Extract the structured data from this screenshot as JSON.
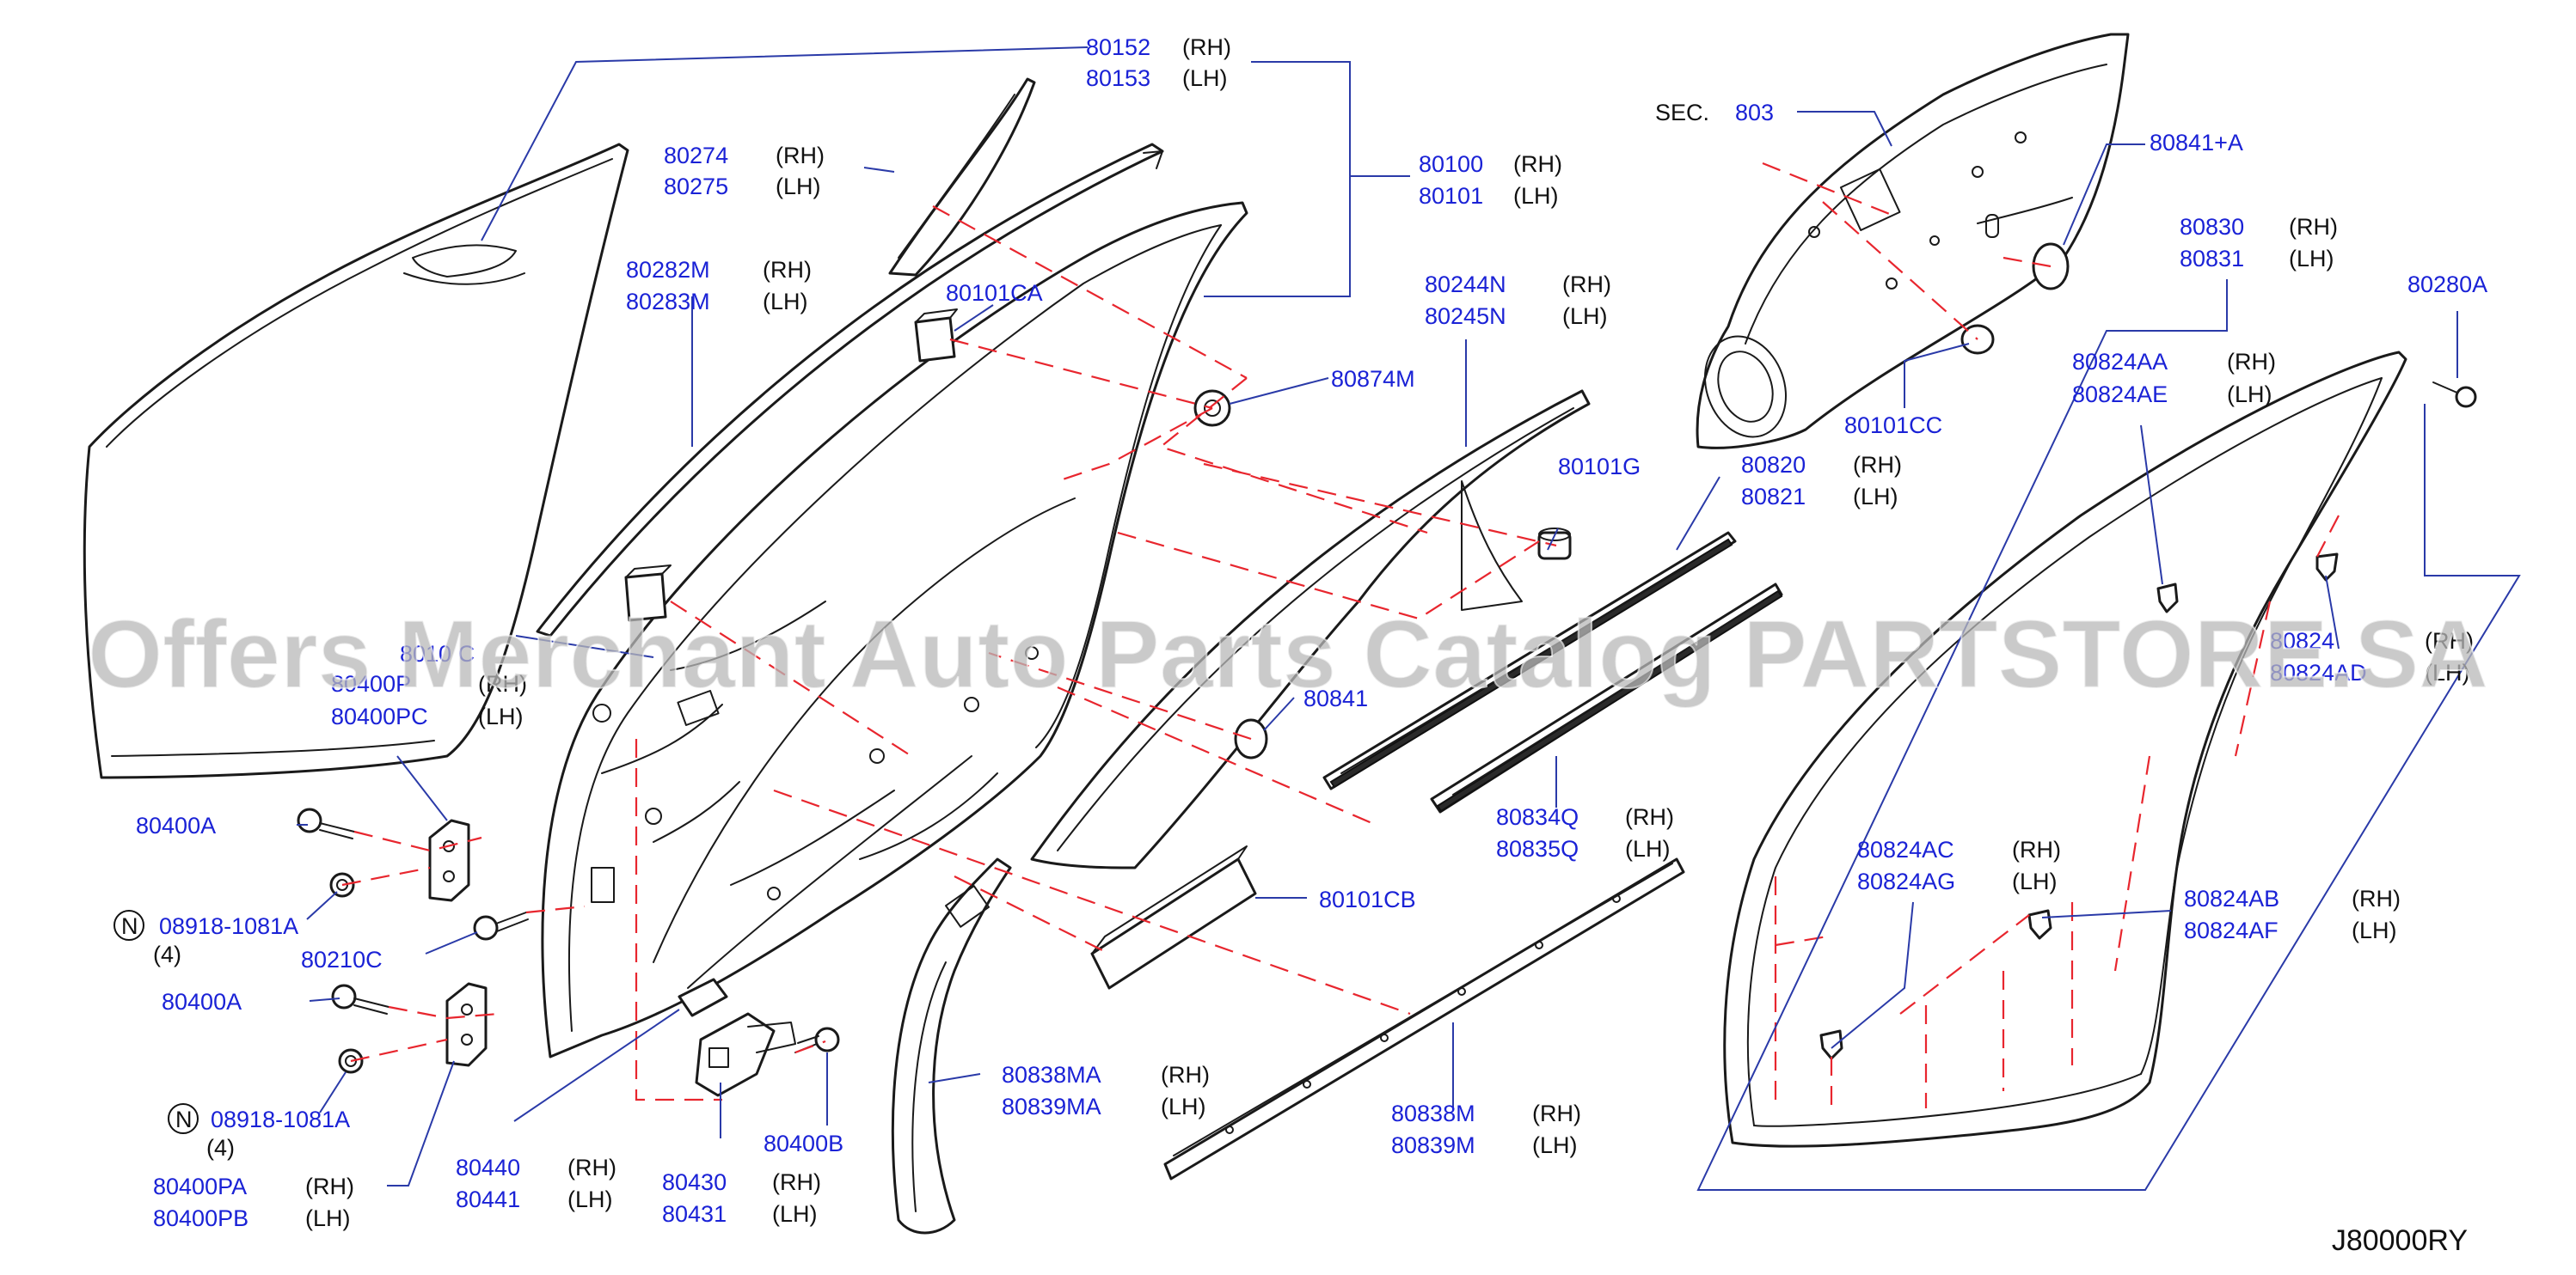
{
  "section_ref": {
    "prefix": "SEC.",
    "number": "803"
  },
  "diagram_code": "J80000RY",
  "watermark": "Offers Merchant Auto Parts Catalog PARTSTORE.SA",
  "callouts": {
    "c80152": {
      "rh": "80152",
      "lh": "80153",
      "rh_side": "(RH)",
      "lh_side": "(LH)"
    },
    "c80274": {
      "rh": "80274",
      "lh": "80275",
      "rh_side": "(RH)",
      "lh_side": "(LH)"
    },
    "c80282": {
      "rh": "80282M",
      "lh": "80283M",
      "rh_side": "(RH)",
      "lh_side": "(LH)"
    },
    "c80101CA": {
      "pn": "80101CA"
    },
    "c80100": {
      "rh": "80100",
      "lh": "80101",
      "rh_side": "(RH)",
      "lh_side": "(LH)"
    },
    "c80244": {
      "rh": "80244N",
      "lh": "80245N",
      "rh_side": "(RH)",
      "lh_side": "(LH)"
    },
    "c80874M": {
      "pn": "80874M"
    },
    "c80101G": {
      "pn": "80101G"
    },
    "c80820": {
      "rh": "80820",
      "lh": "80821",
      "rh_side": "(RH)",
      "lh_side": "(LH)"
    },
    "c80841A": {
      "pn": "80841+A"
    },
    "c80101CC": {
      "pn": "80101CC"
    },
    "c80830": {
      "rh": "80830",
      "lh": "80831",
      "rh_side": "(RH)",
      "lh_side": "(LH)"
    },
    "c80280A": {
      "pn": "80280A"
    },
    "c80824AA": {
      "rh": "80824AA",
      "lh": "80824AE",
      "rh_side": "(RH)",
      "lh_side": "(LH)"
    },
    "c80824AD": {
      "rh": "80824",
      "lh": "80824AD",
      "rh_side": "(RH)",
      "lh_side": "(LH)"
    },
    "c8010C": {
      "pn": "8010 C"
    },
    "c80400P": {
      "rh": "80400P",
      "lh": "80400PC",
      "rh_side": "(RH)",
      "lh_side": "(LH)"
    },
    "c80841": {
      "pn": "80841"
    },
    "c80834Q": {
      "rh": "80834Q",
      "lh": "80835Q",
      "rh_side": "(RH)",
      "lh_side": "(LH)"
    },
    "c80400A_1": {
      "pn": "80400A"
    },
    "c08918_1": {
      "badge": "N",
      "pn": "08918-1081A",
      "qty": "(4)"
    },
    "c80210C": {
      "pn": "80210C"
    },
    "c80101CB": {
      "pn": "80101CB"
    },
    "c80824AC": {
      "rh": "80824AC",
      "lh": "80824AG",
      "rh_side": "(RH)",
      "lh_side": "(LH)"
    },
    "c80824AB": {
      "rh": "80824AB",
      "lh": "80824AF",
      "rh_side": "(RH)",
      "lh_side": "(LH)"
    },
    "c80400A_2": {
      "pn": "80400A"
    },
    "c08918_2": {
      "badge": "N",
      "pn": "08918-1081A",
      "qty": "(4)"
    },
    "c80838MA": {
      "rh": "80838MA",
      "lh": "80839MA",
      "rh_side": "(RH)",
      "lh_side": "(LH)"
    },
    "c80440": {
      "rh": "80440",
      "lh": "80441",
      "rh_side": "(RH)",
      "lh_side": "(LH)"
    },
    "c80430": {
      "rh": "80430",
      "lh": "80431",
      "rh_side": "(RH)",
      "lh_side": "(LH)"
    },
    "c80400B": {
      "pn": "80400B"
    },
    "c80838M": {
      "rh": "80838M",
      "lh": "80839M",
      "rh_side": "(RH)",
      "lh_side": "(LH)"
    },
    "c80400PA": {
      "rh": "80400PA",
      "lh": "80400PB",
      "rh_side": "(RH)",
      "lh_side": "(LH)"
    }
  },
  "colors": {
    "part_number": "#1a22d6",
    "leader": "#2a3aa8",
    "dashed_line": "#e8262e",
    "outline": "#1a1a1a",
    "watermark": "#b8b8b8"
  }
}
